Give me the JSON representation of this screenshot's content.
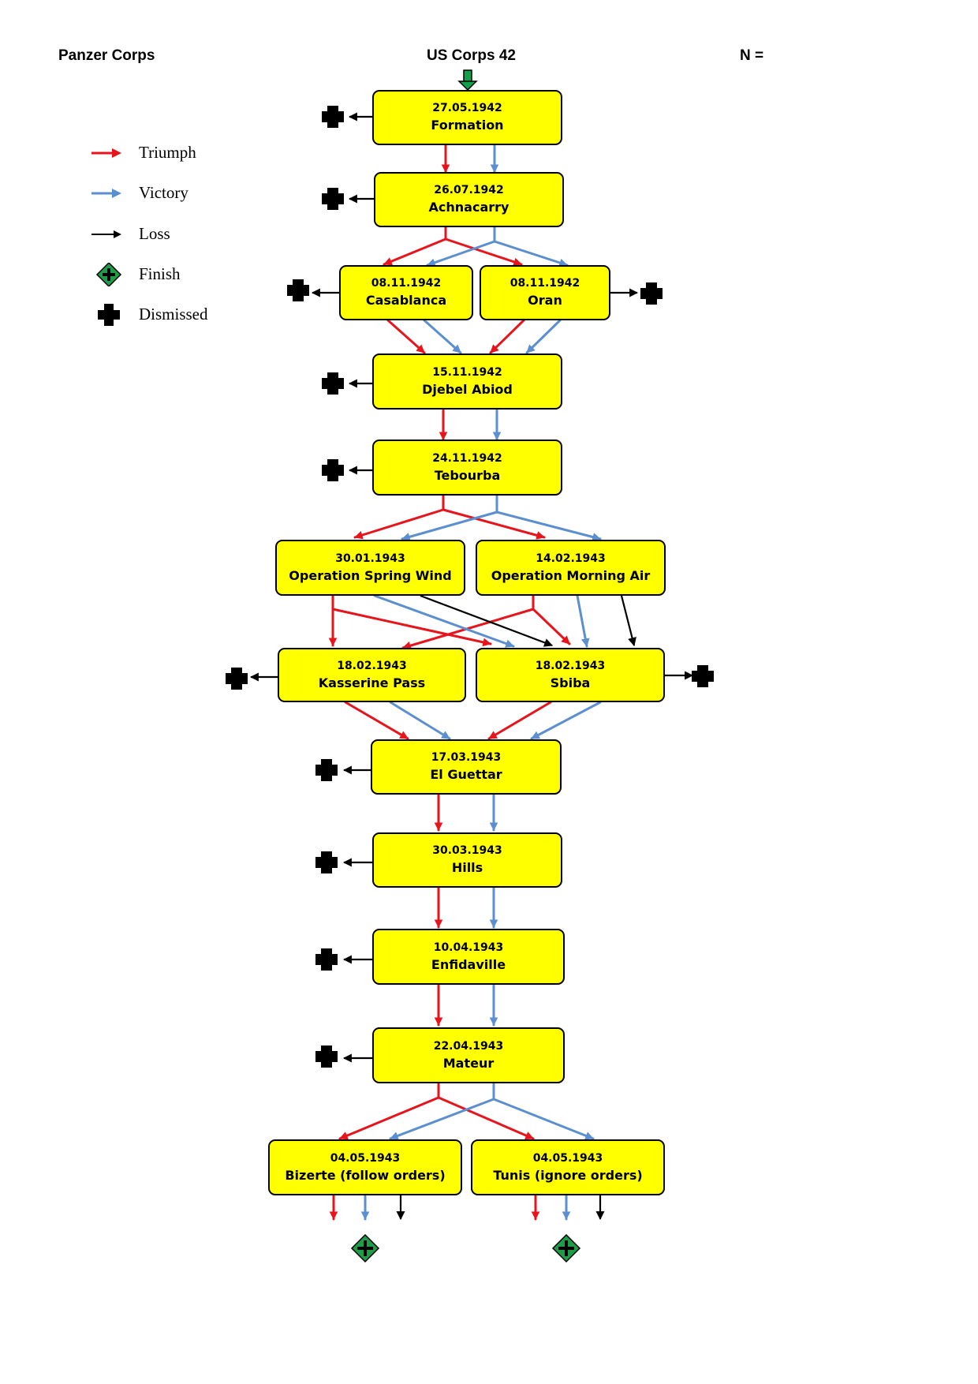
{
  "header": {
    "left": "Panzer Corps",
    "center": "US Corps 42",
    "right": "N ="
  },
  "legend": [
    {
      "key": "triumph",
      "label": "Triumph"
    },
    {
      "key": "victory",
      "label": "Victory"
    },
    {
      "key": "loss",
      "label": "Loss"
    },
    {
      "key": "finish",
      "label": "Finish"
    },
    {
      "key": "dismissed",
      "label": "Dismissed"
    }
  ],
  "colors": {
    "triumph": "#e8141c",
    "victory": "#5b8fd0",
    "loss": "#000000",
    "node_fill": "#ffff00",
    "start_arrow": "#13a04a",
    "finish": "#1f9c48"
  },
  "nodes": [
    {
      "id": "formation",
      "date": "27.05.1942",
      "name": "Formation"
    },
    {
      "id": "achnacarry",
      "date": "26.07.1942",
      "name": "Achnacarry"
    },
    {
      "id": "casablanca",
      "date": "08.11.1942",
      "name": "Casablanca"
    },
    {
      "id": "oran",
      "date": "08.11.1942",
      "name": "Oran"
    },
    {
      "id": "djebel",
      "date": "15.11.1942",
      "name": "Djebel Abiod"
    },
    {
      "id": "tebourba",
      "date": "24.11.1942",
      "name": "Tebourba"
    },
    {
      "id": "springwind",
      "date": "30.01.1943",
      "name": "Operation Spring Wind"
    },
    {
      "id": "morningair",
      "date": "14.02.1943",
      "name": "Operation Morning Air"
    },
    {
      "id": "kasserine",
      "date": "18.02.1943",
      "name": "Kasserine Pass"
    },
    {
      "id": "sbiba",
      "date": "18.02.1943",
      "name": "Sbiba"
    },
    {
      "id": "elguettar",
      "date": "17.03.1943",
      "name": "El Guettar"
    },
    {
      "id": "hills",
      "date": "30.03.1943",
      "name": "Hills"
    },
    {
      "id": "enfidaville",
      "date": "10.04.1943",
      "name": "Enfidaville"
    },
    {
      "id": "mateur",
      "date": "22.04.1943",
      "name": "Mateur"
    },
    {
      "id": "bizerte",
      "date": "04.05.1943",
      "name": "Bizerte (follow orders)"
    },
    {
      "id": "tunis",
      "date": "04.05.1943",
      "name": "Tunis (ignore orders)"
    }
  ]
}
